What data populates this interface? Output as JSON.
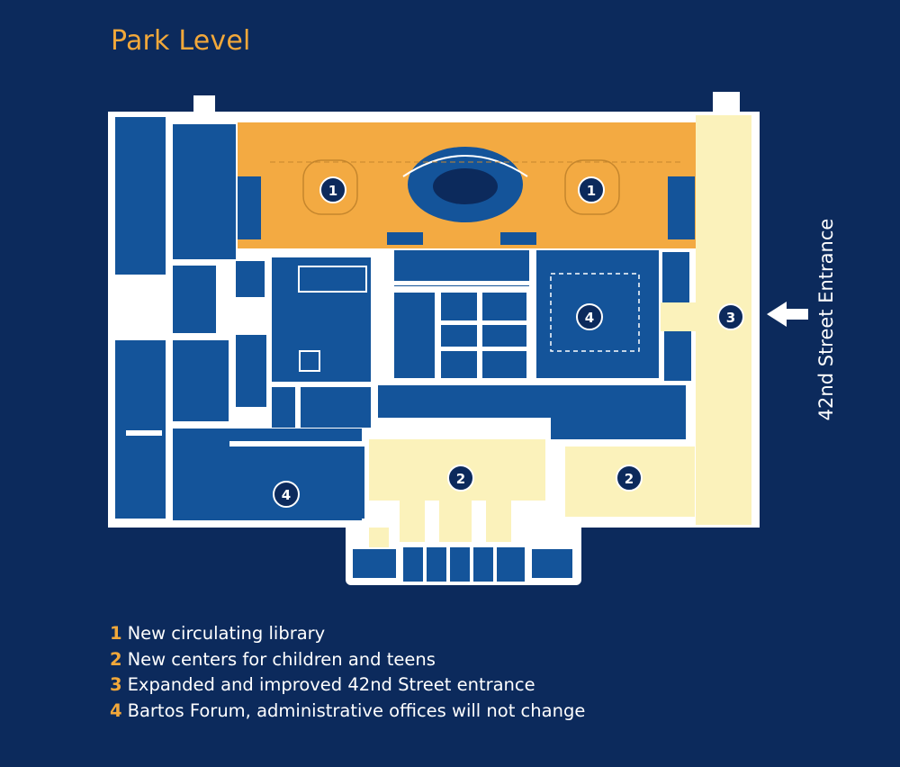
{
  "title": "Park Level",
  "entrance_label": "42nd Street Entrance",
  "colors": {
    "background": "#0c2a5c",
    "wall": "#ffffff",
    "room_blue": "#14549a",
    "circulating_library": "#f3aa42",
    "centers_yellow": "#fbf2bb",
    "accent": "#f2a83a",
    "marker_fill": "#0c2a5c"
  },
  "markers": [
    {
      "label": "1",
      "area": "circulating-library-west"
    },
    {
      "label": "1",
      "area": "circulating-library-east"
    },
    {
      "label": "2",
      "area": "children-center"
    },
    {
      "label": "2",
      "area": "teens-center"
    },
    {
      "label": "3",
      "area": "42nd-street-entrance"
    },
    {
      "label": "4",
      "area": "bartos-forum"
    },
    {
      "label": "4",
      "area": "administrative-offices"
    }
  ],
  "legend": [
    {
      "num": "1",
      "text": "New circulating library"
    },
    {
      "num": "2",
      "text": "New centers for children and teens"
    },
    {
      "num": "3",
      "text": "Expanded and improved 42nd Street entrance"
    },
    {
      "num": "4",
      "text": "Bartos Forum, administrative offices will not change"
    }
  ]
}
